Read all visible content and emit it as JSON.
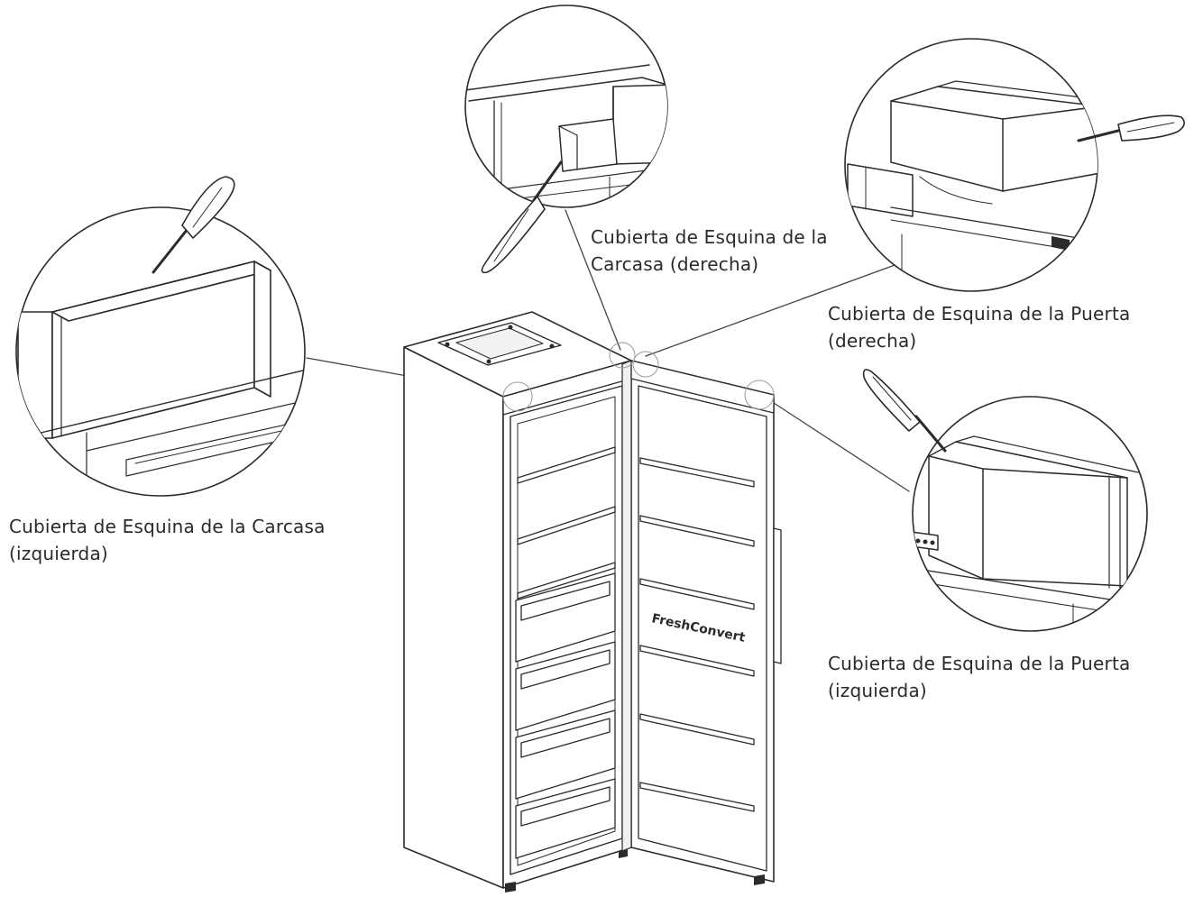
{
  "callouts": {
    "carcasa_derecha": {
      "line1": "Cubierta de Esquina de la",
      "line2": "Carcasa (derecha)"
    },
    "puerta_derecha": {
      "line1": "Cubierta de Esquina de la Puerta",
      "line2": "(derecha)"
    },
    "carcasa_izquierda": {
      "line1": "Cubierta de Esquina de la Carcasa",
      "line2": "(izquierda)"
    },
    "puerta_izquierda": {
      "line1": "Cubierta de Esquina de la Puerta",
      "line2": "(izquierda)"
    }
  },
  "door_logo": "FreshConvert",
  "colors": {
    "line": "#2b2b2b",
    "light_line": "#8a8a8a",
    "fill": "#ffffff",
    "shade": "#d6d6d6"
  },
  "icons": [
    "screwdriver-icon",
    "refrigerator-icon",
    "magnifier-circle-icon"
  ]
}
